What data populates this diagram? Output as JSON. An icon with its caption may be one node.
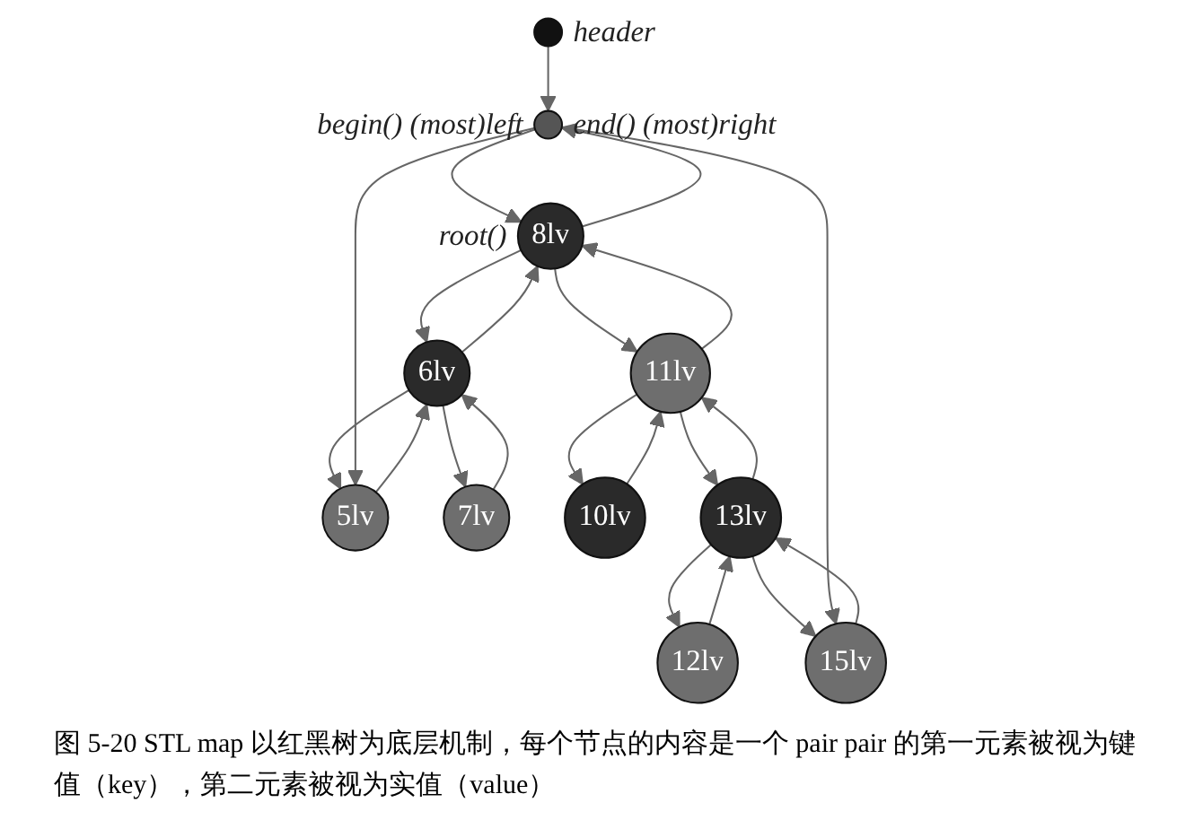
{
  "diagram": {
    "caption": "图 5-20 STL map 以红黑树为底层机制，每个节点的内容是一个 pair pair 的第一元素被视为键值（key），第二元素被视为实值（value）",
    "nodes": [
      {
        "text": [],
        "shape": "circle",
        "beside": [
          "header"
        ]
      },
      {
        "text": [],
        "shape": "circle",
        "beside": [
          "begin() (most)left",
          "end() (most)right"
        ]
      },
      {
        "text": [
          "8lv"
        ],
        "beside": [
          "root()"
        ]
      },
      {
        "text": [
          "6lv"
        ]
      },
      {
        "text": [
          "11lv"
        ]
      },
      {
        "text": [
          "5lv"
        ]
      },
      {
        "text": [
          "7lv"
        ]
      },
      {
        "text": [
          "10lv"
        ]
      },
      {
        "text": [
          "13lv"
        ]
      },
      {
        "text": [
          "12lv"
        ]
      },
      {
        "text": [
          "15lv"
        ]
      }
    ],
    "edges": [
      {
        "from": 0,
        "to": 1,
        "arrow": "to"
      },
      {
        "from": 1,
        "to": 2,
        "arrow": "to"
      },
      {
        "from": 2,
        "to": 1,
        "arrow": "to"
      },
      {
        "from": 2,
        "to": 3,
        "arrow": "to"
      },
      {
        "from": 3,
        "to": 2,
        "arrow": "to"
      },
      {
        "from": 2,
        "to": 4,
        "arrow": "to"
      },
      {
        "from": 4,
        "to": 2,
        "arrow": "to"
      },
      {
        "from": 3,
        "to": 5,
        "arrow": "to"
      },
      {
        "from": 5,
        "to": 3,
        "arrow": "to"
      },
      {
        "from": 3,
        "to": 6,
        "arrow": "to"
      },
      {
        "from": 6,
        "to": 3,
        "arrow": "to"
      },
      {
        "from": 4,
        "to": 7,
        "arrow": "to"
      },
      {
        "from": 7,
        "to": 4,
        "arrow": "to"
      },
      {
        "from": 4,
        "to": 8,
        "arrow": "to"
      },
      {
        "from": 8,
        "to": 4,
        "arrow": "to"
      },
      {
        "from": 8,
        "to": 9,
        "arrow": "to"
      },
      {
        "from": 9,
        "to": 8,
        "arrow": "to"
      },
      {
        "from": 8,
        "to": 10,
        "arrow": "to"
      },
      {
        "from": 10,
        "to": 8,
        "arrow": "to"
      },
      {
        "from": 1,
        "to": 5,
        "arrow": "to"
      },
      {
        "from": 1,
        "to": 10,
        "arrow": "to"
      }
    ]
  }
}
